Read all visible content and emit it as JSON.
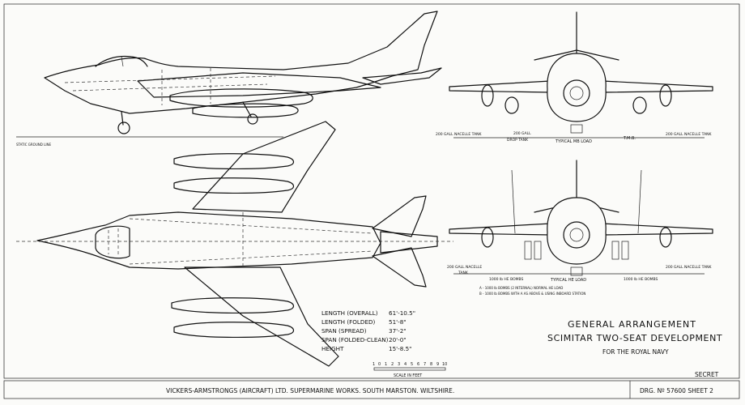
{
  "labels": {
    "ground_line": "STATIC GROUND LINE",
    "nacelle_tank_left": "200 GALL NACELLE TANK",
    "drop_tank": "200 GALL",
    "drop_tank_2": "DROP TANK",
    "typical_mb_load": "TYPICAL MB LOAD",
    "tmb": "T.M.B.",
    "nacelle_tank_right": "200 GALL NACELLE TANK",
    "nacelle_tank_left_2_a": "200 GALL NACELLE",
    "nacelle_tank_left_2_b": "TANK",
    "he_bombs_left": "1000 lb HE BOMBS",
    "typical_he_load": "TYPICAL HE LOAD",
    "he_bombs_right": "1000 lb HE BOMBS",
    "nacelle_tank_right_2": "200 GALL NACELLE TANK",
    "bomb_note_1": "A - 1000 lb BOMBS (2 INTERNAL) NORMAL HE LOAD",
    "bomb_note_2": "B - 1000 lb BOMBS WITH A AS ABOVE & USING INBOARD STATION"
  },
  "dimensions": [
    {
      "label": "LENGTH  (OVERALL)",
      "value": "61'-10.5\""
    },
    {
      "label": "LENGTH  (FOLDED)",
      "value": "51'-8\""
    },
    {
      "label": "SPAN     (SPREAD)",
      "value": "37'-2\""
    },
    {
      "label": "SPAN  (FOLDED-CLEAN)",
      "value": "20'-0\""
    },
    {
      "label": "HEIGHT",
      "value": "15'-8.5\""
    }
  ],
  "scale": {
    "ticks": [
      "1",
      "0",
      "1",
      "2",
      "3",
      "4",
      "5",
      "6",
      "7",
      "8",
      "9",
      "10"
    ],
    "caption": "SCALE IN FEET"
  },
  "title": {
    "line1": "GENERAL ARRANGEMENT",
    "line2": "SCIMITAR  TWO-SEAT DEVELOPMENT",
    "line3": "FOR THE ROYAL NAVY"
  },
  "classification": "SECRET",
  "footer": {
    "company": "VICKERS-ARMSTRONGS (AIRCRAFT) LTD.  SUPERMARINE WORKS.  SOUTH MARSTON.  WILTSHIRE.",
    "drawing_number": "DRG. Nº  57600 SHEET 2"
  }
}
